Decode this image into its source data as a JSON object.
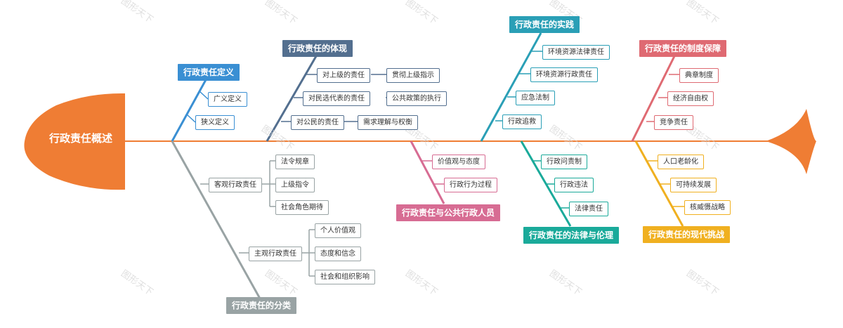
{
  "head": {
    "label": "行政责任概述",
    "color": "#ef7d34"
  },
  "spine_color": "#ef7d34",
  "watermark": "图形天下",
  "categories": {
    "definition": {
      "label": "行政责任定义",
      "color": "#3a8fd3",
      "items": [
        "广义定义",
        "狭义定义"
      ]
    },
    "embodiment": {
      "label": "行政责任的体现",
      "color": "#536f8f",
      "items": [
        "对上级的责任",
        "对民选代表的责任",
        "对公民的责任"
      ],
      "subitems": [
        "贯彻上级指示",
        "公共政策的执行",
        "需求理解与权衡"
      ]
    },
    "practice": {
      "label": "行政责任的实践",
      "color": "#2a9fb6",
      "items": [
        "环境资源法律责任",
        "环境资源行政责任",
        "应急法制",
        "行政追救"
      ]
    },
    "institution": {
      "label": "行政责任的制度保障",
      "color": "#df6a72",
      "items": [
        "典章制度",
        "经济自由权",
        "竞争责任"
      ]
    },
    "classification": {
      "label": "行政责任的分类",
      "color": "#99a3a4",
      "objective": {
        "label": "客观行政责任",
        "items": [
          "法令规章",
          "上级指令",
          "社会角色期待"
        ]
      },
      "subjective": {
        "label": "主观行政责任",
        "items": [
          "个人价值观",
          "态度和信念",
          "社会和组织影响"
        ]
      }
    },
    "personnel": {
      "label": "行政责任与公共行政人员",
      "color": "#d76c93",
      "items": [
        "价值观与态度",
        "行政行为过程"
      ]
    },
    "law_ethics": {
      "label": "行政责任的法律与伦理",
      "color": "#1aaa9a",
      "items": [
        "行政问责制",
        "行政违法",
        "法律责任"
      ]
    },
    "challenges": {
      "label": "行政责任的现代挑战",
      "color": "#f0b020",
      "items": [
        "人口老龄化",
        "可持续发展",
        "核威慑战略"
      ]
    }
  }
}
